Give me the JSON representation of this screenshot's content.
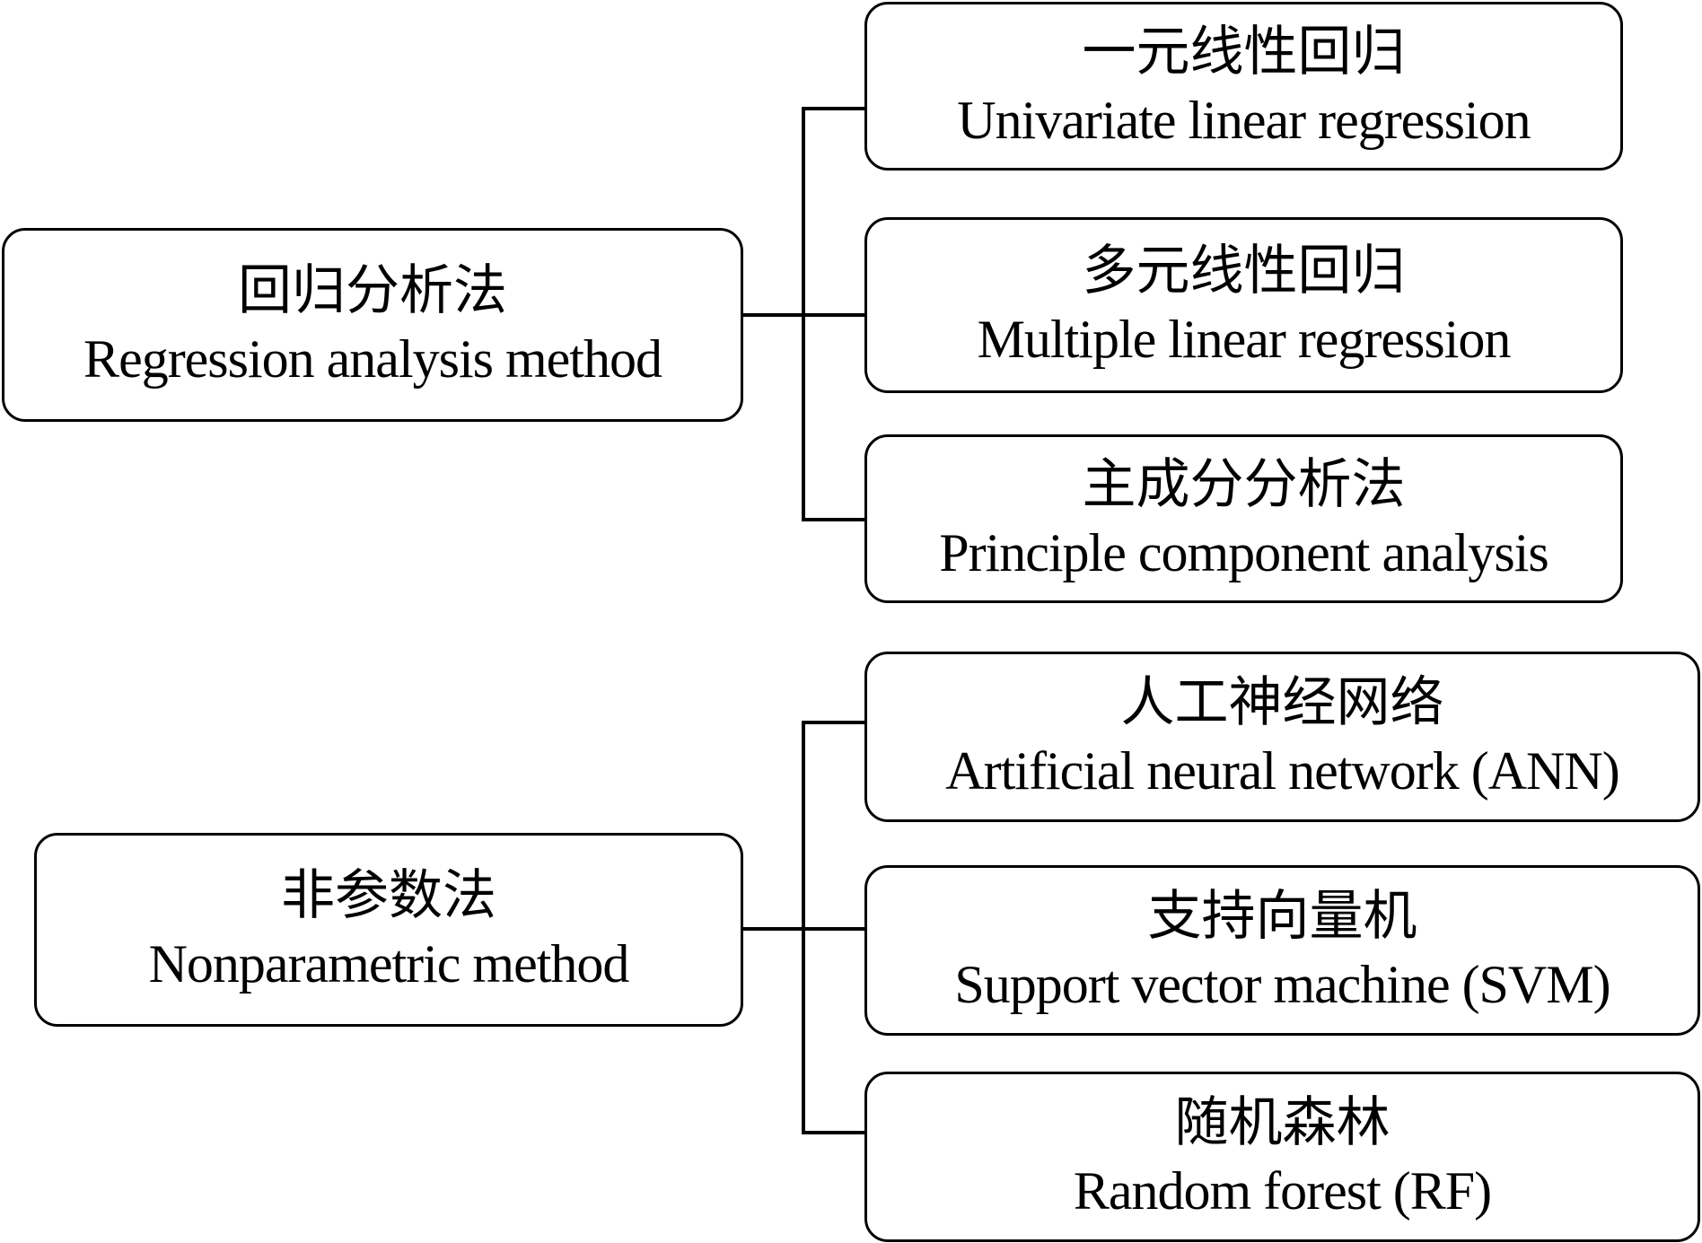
{
  "groups": [
    {
      "main": {
        "zh": "回归分析法",
        "en": "Regression analysis method"
      },
      "children": [
        {
          "zh": "一元线性回归",
          "en": "Univariate linear regression"
        },
        {
          "zh": "多元线性回归",
          "en": "Multiple linear regression"
        },
        {
          "zh": "主成分分析法",
          "en": "Principle component analysis"
        }
      ]
    },
    {
      "main": {
        "zh": "非参数法",
        "en": "Nonparametric method"
      },
      "children": [
        {
          "zh": "人工神经网络",
          "en": "Artificial neural network (ANN)"
        },
        {
          "zh": "支持向量机",
          "en": "Support vector machine (SVM)"
        },
        {
          "zh": "随机森林",
          "en": "Random forest (RF)"
        }
      ]
    }
  ]
}
